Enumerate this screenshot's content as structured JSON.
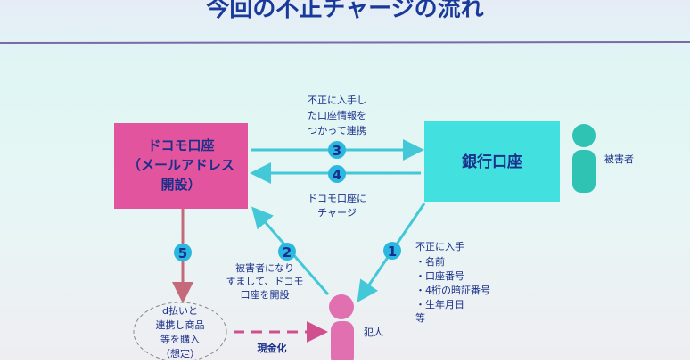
{
  "title": "今回の不正チャージの流れ",
  "nodes": {
    "docomo": [
      "ドコモ口座",
      "（メールアドレス",
      "開設）"
    ],
    "bank": "銀行口座",
    "victim": "被害者",
    "criminal": "犯人",
    "purchase": [
      "d払いと",
      "連携し商品",
      "等を購入",
      "（想定）"
    ]
  },
  "steps": {
    "s1": {
      "num": "1",
      "text": [
        "不正に入手",
        "・名前",
        "・口座番号",
        "・4桁の暗証番号",
        "・生年月日",
        "等"
      ]
    },
    "s2": {
      "num": "2",
      "text": [
        "被害者になり",
        "すまして、ドコモ",
        "口座を開設"
      ]
    },
    "s3": {
      "num": "3",
      "text": [
        "不正に入手し",
        "た口座情報を",
        "つかって連携"
      ]
    },
    "s4": {
      "num": "4",
      "text": [
        "ドコモ口座に",
        "チャージ"
      ]
    },
    "s5": {
      "num": "5"
    },
    "cash": "現金化"
  },
  "colors": {
    "pink": "#e2559e",
    "cyan": "#43e0e0",
    "teal": "#2ec3b3",
    "arrow": "#43c8d8",
    "navy": "#1a2f8a",
    "brown": "#c46a7a"
  }
}
